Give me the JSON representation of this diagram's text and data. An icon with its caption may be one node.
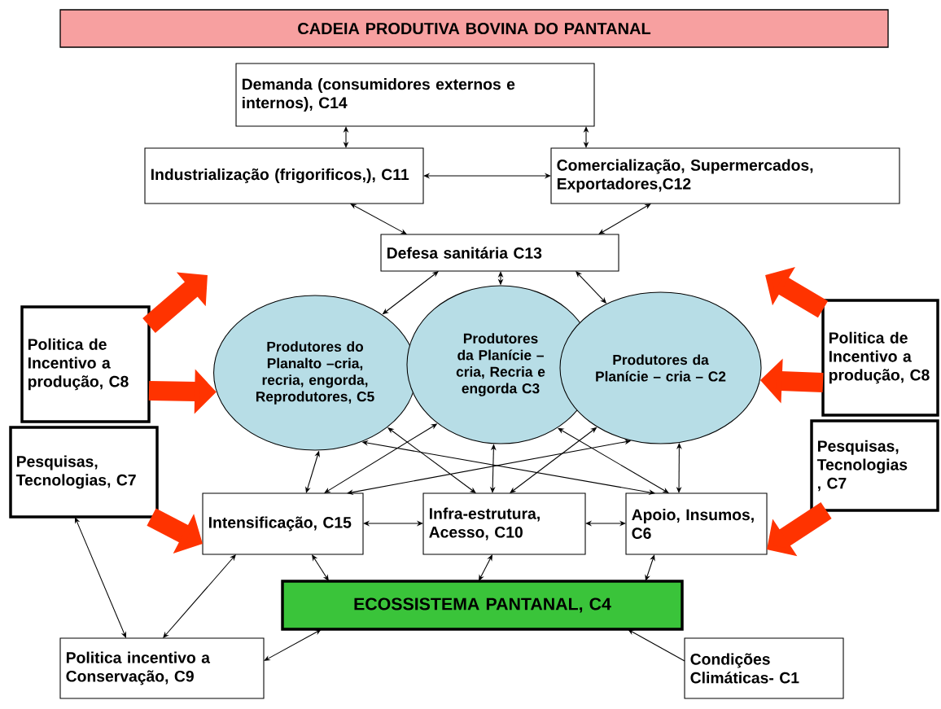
{
  "diagram": {
    "nodes": [
      {
        "text": [
          "CADEIA PRODUTIVA BOVINA DO PANTANAL"
        ]
      },
      {
        "text": [
          "Demanda (consumidores externos e internos), C14"
        ]
      },
      {
        "text": [
          "Industrialização (frigorificos,), C11"
        ]
      },
      {
        "text": [
          "Comercialização, Supermercados, Exportadores,C12"
        ]
      },
      {
        "text": [
          "Defesa sanitária C13"
        ]
      },
      {
        "text": [
          "Produtores do Planalto –cria, recria, engorda, Reprodutores, C5"
        ]
      },
      {
        "text": [
          "Produtores da Planície – cria, Recria e engorda C3"
        ]
      },
      {
        "text": [
          "Produtores da Planície – cria – C2"
        ]
      },
      {
        "text": [
          "Politica de Incentivo a produção, C8"
        ]
      },
      {
        "text": [
          "Pesquisas, Tecnologias, C7"
        ]
      },
      {
        "text": [
          "Politica de Incentivo a produção, C8"
        ]
      },
      {
        "text": [
          "Pesquisas, Tecnologias , C7"
        ]
      },
      {
        "text": [
          "Intensificação, C15"
        ]
      },
      {
        "text": [
          "Infra-estrutura, Acesso, C10"
        ]
      },
      {
        "text": [
          "Apoio, Insumos, C6"
        ]
      },
      {
        "text": [
          "ECOSSISTEMA PANTANAL, C4"
        ]
      },
      {
        "text": [
          "Politica incentivo a Conservação, C9"
        ]
      },
      {
        "text": [
          "Condições Climáticas- C1"
        ]
      }
    ],
    "edges": [
      {
        "from": 1,
        "to": 2,
        "arrow": "both"
      },
      {
        "from": 1,
        "to": 3,
        "arrow": "both"
      },
      {
        "from": 2,
        "to": 3,
        "arrow": "both"
      },
      {
        "from": 2,
        "to": 4,
        "arrow": "both"
      },
      {
        "from": 3,
        "to": 4,
        "arrow": "both"
      },
      {
        "from": 4,
        "to": 5,
        "arrow": "both"
      },
      {
        "from": 4,
        "to": 6,
        "arrow": "both"
      },
      {
        "from": 4,
        "to": 7,
        "arrow": "both"
      },
      {
        "from": 5,
        "to": 12,
        "arrow": "both"
      },
      {
        "from": 6,
        "to": 12,
        "arrow": "both"
      },
      {
        "from": 7,
        "to": 12,
        "arrow": "both"
      },
      {
        "from": 5,
        "to": 14,
        "arrow": "both"
      },
      {
        "from": 5,
        "to": 13,
        "arrow": "both"
      },
      {
        "from": 6,
        "to": 13,
        "arrow": "both"
      },
      {
        "from": 7,
        "to": 13,
        "arrow": "both"
      },
      {
        "from": 6,
        "to": 14,
        "arrow": "both"
      },
      {
        "from": 7,
        "to": 14,
        "arrow": "both"
      },
      {
        "from": 12,
        "to": 13,
        "arrow": "both"
      },
      {
        "from": 13,
        "to": 14,
        "arrow": "both"
      },
      {
        "from": 12,
        "to": 15,
        "arrow": "both"
      },
      {
        "from": 13,
        "to": 15,
        "arrow": "both"
      },
      {
        "from": 14,
        "to": 15,
        "arrow": "both"
      },
      {
        "from": 16,
        "to": 15,
        "arrow": "both"
      },
      {
        "from": 17,
        "to": 15,
        "arrow": "to"
      },
      {
        "from": 9,
        "to": 16,
        "arrow": "both"
      },
      {
        "from": 12,
        "to": 16,
        "arrow": "both"
      },
      {
        "from": 8,
        "to": null,
        "arrow": "to",
        "style": "thick",
        "color": "#ff3300"
      },
      {
        "from": 8,
        "to": 5,
        "arrow": "to",
        "style": "thick",
        "color": "#ff3300"
      },
      {
        "from": 9,
        "to": 12,
        "arrow": "to",
        "style": "thick",
        "color": "#ff3300"
      },
      {
        "from": 10,
        "to": null,
        "arrow": "to",
        "style": "thick",
        "color": "#ff3300"
      },
      {
        "from": 10,
        "to": 7,
        "arrow": "to",
        "style": "thick",
        "color": "#ff3300"
      },
      {
        "from": 11,
        "to": 14,
        "arrow": "to",
        "style": "thick",
        "color": "#ff3300"
      }
    ]
  }
}
